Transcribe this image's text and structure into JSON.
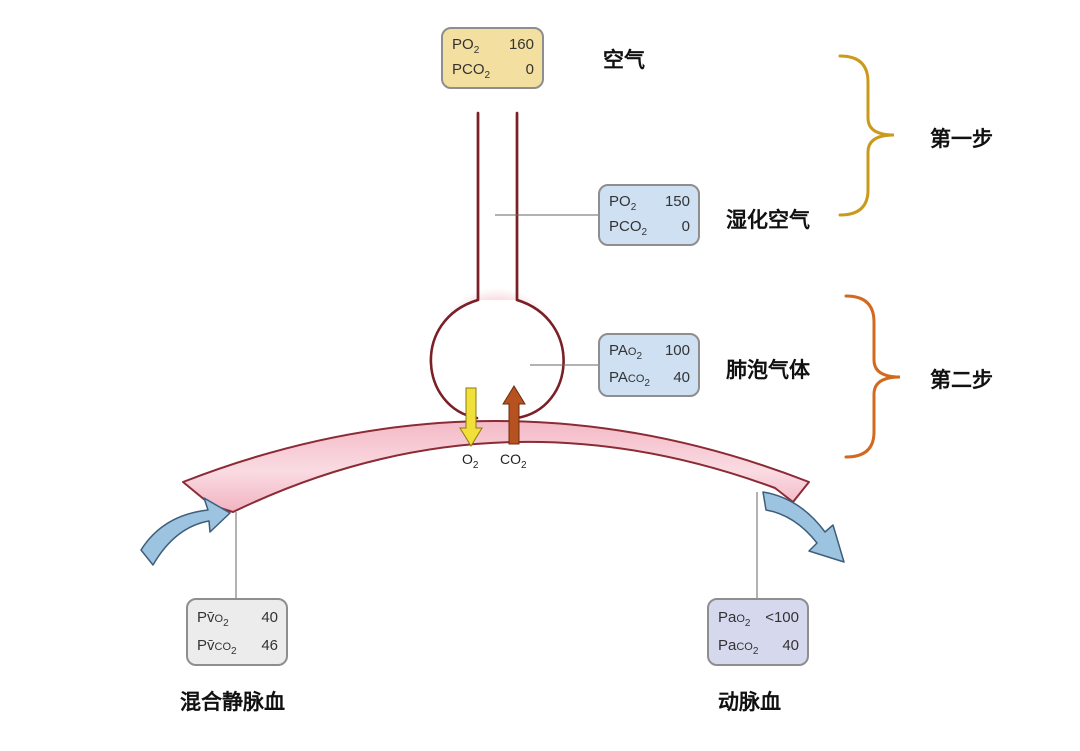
{
  "boxes": {
    "air": {
      "p1": "PO",
      "p1_sub": "2",
      "v1": "160",
      "p2": "PCO",
      "p2_sub": "2",
      "v2": "0"
    },
    "humid": {
      "p1": "PO",
      "p1_sub": "2",
      "v1": "150",
      "p2": "PCO",
      "p2_sub": "2",
      "v2": "0"
    },
    "alv": {
      "p1": "PA",
      "p1_mid": "O",
      "p1_sub": "2",
      "v1": "100",
      "p2": "PA",
      "p2_mid": "CO",
      "p2_sub": "2",
      "v2": "40"
    },
    "ven": {
      "p1": "Pv̄",
      "p1_mid": "O",
      "p1_sub": "2",
      "v1": "40",
      "p2": "Pv̄",
      "p2_mid": "CO",
      "p2_sub": "2",
      "v2": "46"
    },
    "art": {
      "p1": "Pa",
      "p1_mid": "O",
      "p1_sub": "2",
      "v1": "<100",
      "p2": "Pa",
      "p2_mid": "CO",
      "p2_sub": "2",
      "v2": "40"
    }
  },
  "labels": {
    "air": "空气",
    "humid": "湿化空气",
    "alveolar": "肺泡气体",
    "step1": "第一步",
    "step2": "第二步",
    "venous": "混合静脉血",
    "arterial": "动脉血"
  },
  "gas": {
    "o2": "O",
    "o2_sub": "2",
    "co2": "CO",
    "co2_sub": "2"
  },
  "colors": {
    "air_box": "#f3dfa0",
    "humid_box": "#cfe0f3",
    "alv_box": "#cfe0f3",
    "ven_box": "#ececec",
    "art_box": "#d6d8ee",
    "vessel": "#f6c8d3",
    "vessel_outline": "#8b2b35",
    "airway": "#7a2026",
    "step1_brace": "#c99a1c",
    "step2_brace": "#d2691e",
    "o2_arrow": "#f2e03a",
    "co2_arrow": "#b5521f",
    "flow_arrow": "#9cc3e0"
  }
}
